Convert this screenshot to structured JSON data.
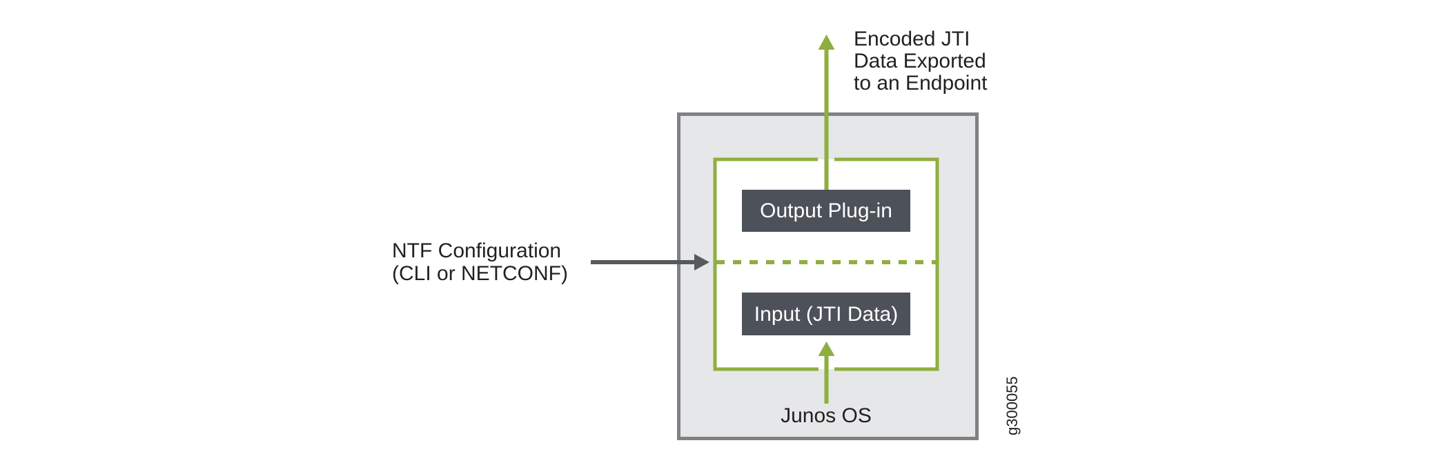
{
  "diagram": {
    "colors": {
      "green": "#8fae40",
      "outer_border": "#808184",
      "outer_fill": "#e6e7e8",
      "module_fill": "#4d5159",
      "arrow_gray": "#58595b",
      "text": "#231f20"
    },
    "output_label": {
      "lines": [
        "Encoded JTI",
        "Data Exported",
        "to an Endpoint"
      ]
    },
    "config_label": {
      "lines": [
        "NTF Configuration",
        "(CLI or NETCONF)"
      ]
    },
    "modules": {
      "output": "Output Plug-in",
      "input": "Input (JTI Data)"
    },
    "source_label": "Junos OS",
    "figure_id": "g300055"
  }
}
